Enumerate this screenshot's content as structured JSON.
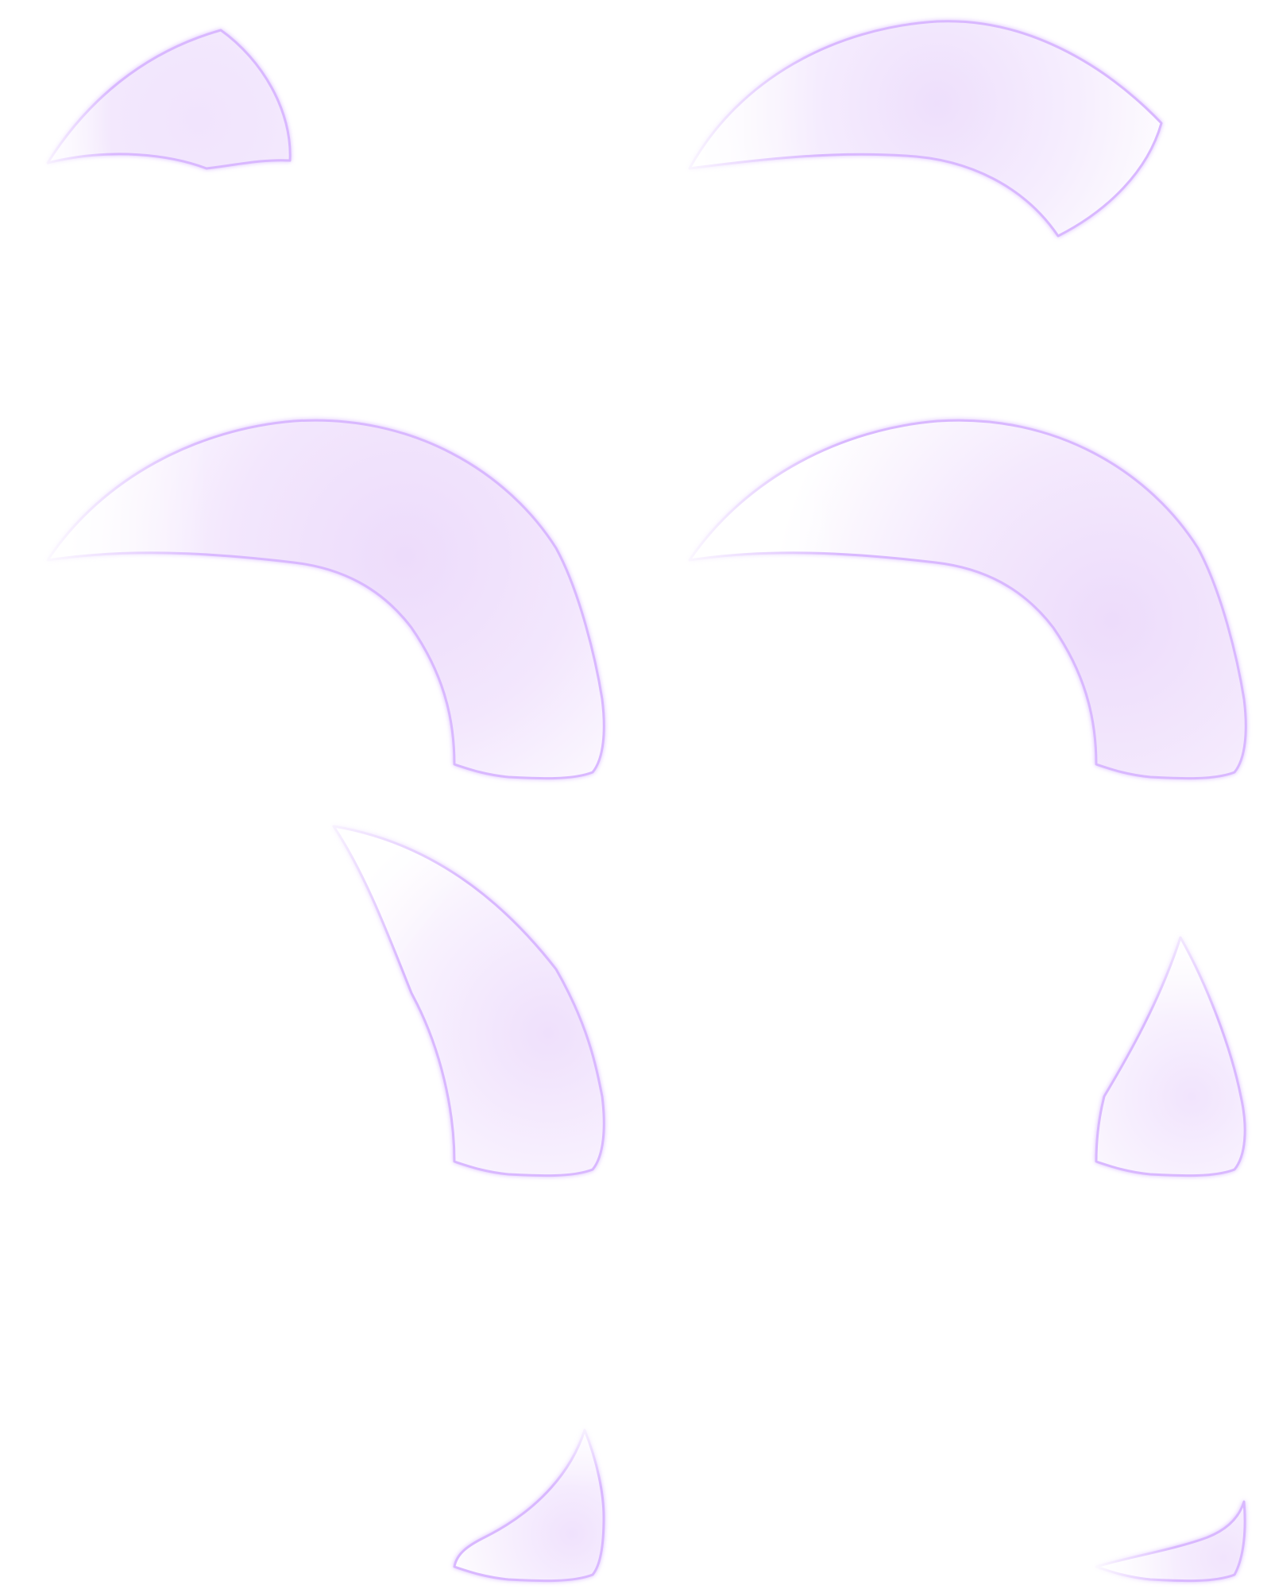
{
  "background_color": "#ffffff",
  "shape_fill_color": "#f1e6fd",
  "shape_highlight_color": "#ffffff",
  "shape_outline_color": "#d9b8ff",
  "shapes": [
    {
      "name": "crescent-top-left",
      "kind": "crescent-fragment"
    },
    {
      "name": "crescent-top-right",
      "kind": "crescent-fragment"
    },
    {
      "name": "crescent-middle-left",
      "kind": "crescent"
    },
    {
      "name": "crescent-middle-right",
      "kind": "crescent"
    },
    {
      "name": "crescent-lower-left",
      "kind": "crescent-fading"
    },
    {
      "name": "crescent-lower-right",
      "kind": "crescent-fading"
    },
    {
      "name": "crescent-bottom-left",
      "kind": "crescent-tip"
    },
    {
      "name": "crescent-bottom-right",
      "kind": "crescent-tip"
    }
  ]
}
